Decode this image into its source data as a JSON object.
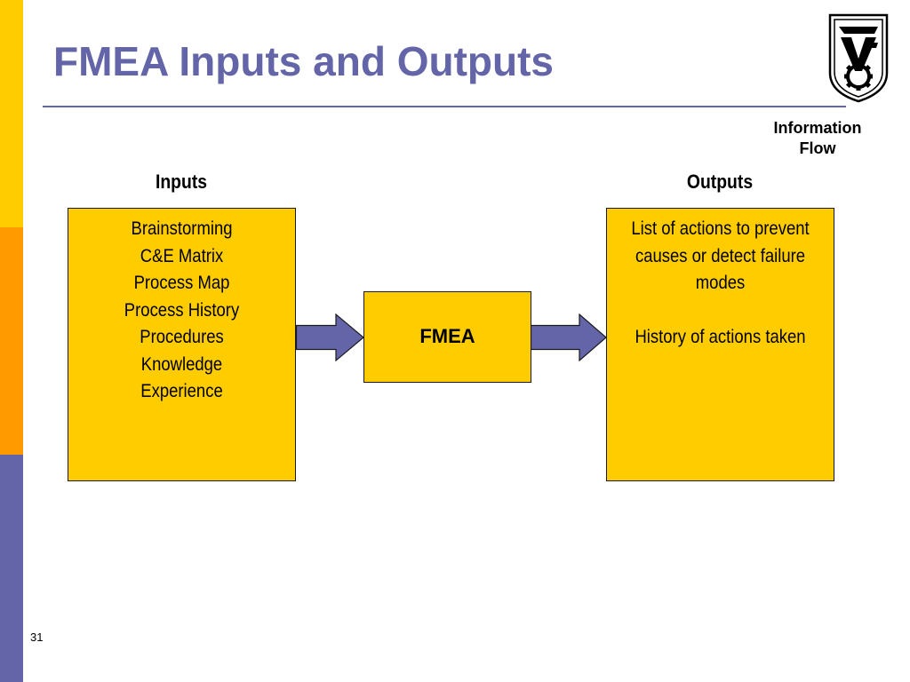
{
  "slide": {
    "title": "FMEA Inputs and Outputs",
    "page_number": "31"
  },
  "colors": {
    "title": "#6465a8",
    "side_bar_top": "#ffcc00",
    "side_bar_middle": "#ff9a00",
    "side_bar_bottom": "#6465a8",
    "box_fill": "#ffcc00",
    "arrow_fill": "#6465a8",
    "rule": "#6465a8"
  },
  "logo": {
    "icon": "university-emblem-icon"
  },
  "diagram": {
    "annotation": [
      "Information",
      "Flow"
    ],
    "inputs_heading": "Inputs",
    "outputs_heading": "Outputs",
    "inputs_lines": [
      "Brainstorming",
      "C&E Matrix",
      "Process Map",
      "Process History",
      "Procedures",
      "Knowledge",
      "Experience"
    ],
    "center_label": "FMEA",
    "outputs_lines": [
      "List of actions to prevent",
      "causes or detect failure",
      "modes",
      "",
      "History of actions taken"
    ]
  }
}
